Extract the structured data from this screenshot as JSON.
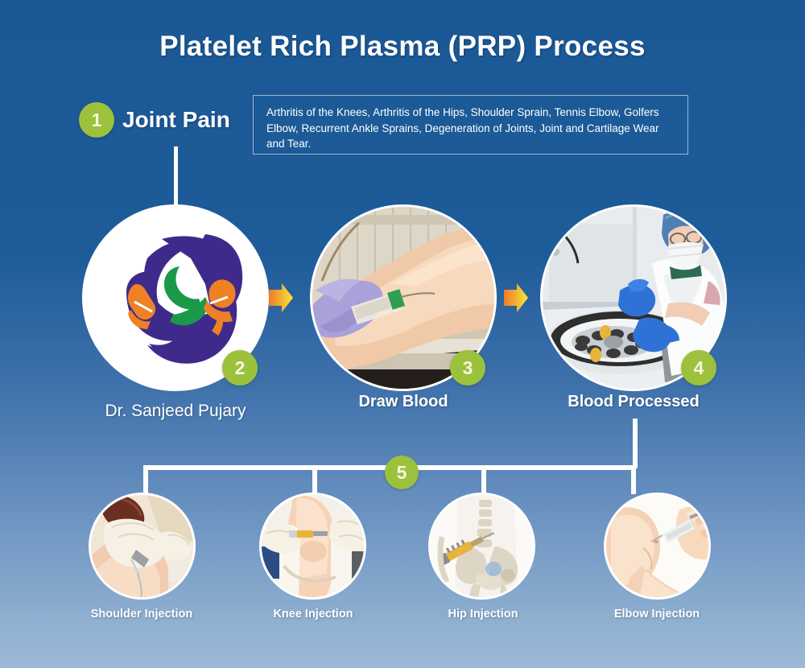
{
  "title": "Platelet Rich Plasma (PRP) Process",
  "colors": {
    "bg_top": "#1a5896",
    "bg_bottom": "#9cb9d6",
    "badge_green": "#9cc13c",
    "badge_text": "#f4f7e2",
    "line_white": "#ffffff",
    "arrow_start": "#f07c2a",
    "arrow_end": "#f5e03a",
    "logo_purple": "#3f2a8c",
    "logo_orange": "#ef8023",
    "logo_green": "#1a9a48",
    "box_border": "#9fb7cf"
  },
  "intro": {
    "badge": "1",
    "label": "Joint Pain",
    "conditions": "Arthritis of the Knees, Arthritis of the Hips, Shoulder Sprain, Tennis Elbow, Golfers Elbow, Recurrent Ankle Sprains, Degeneration of Joints, Joint and Cartilage Wear and Tear."
  },
  "steps": [
    {
      "badge": "2",
      "caption": "Dr. Sanjeed Pujary",
      "image": "clinic-logo"
    },
    {
      "badge": "3",
      "caption": "Draw Blood",
      "image": "blood-draw-photo"
    },
    {
      "badge": "4",
      "caption": "Blood Processed",
      "image": "centrifuge-lab-photo"
    }
  ],
  "injection_group": {
    "badge": "5",
    "items": [
      {
        "caption": "Shoulder Injection",
        "image": "shoulder-injection-photo"
      },
      {
        "caption": "Knee Injection",
        "image": "knee-injection-photo"
      },
      {
        "caption": "Hip Injection",
        "image": "hip-injection-illustration"
      },
      {
        "caption": "Elbow Injection",
        "image": "elbow-injection-photo"
      }
    ]
  },
  "arrows": [
    {
      "name": "arrow-logo-to-draw"
    },
    {
      "name": "arrow-draw-to-processed"
    }
  ]
}
